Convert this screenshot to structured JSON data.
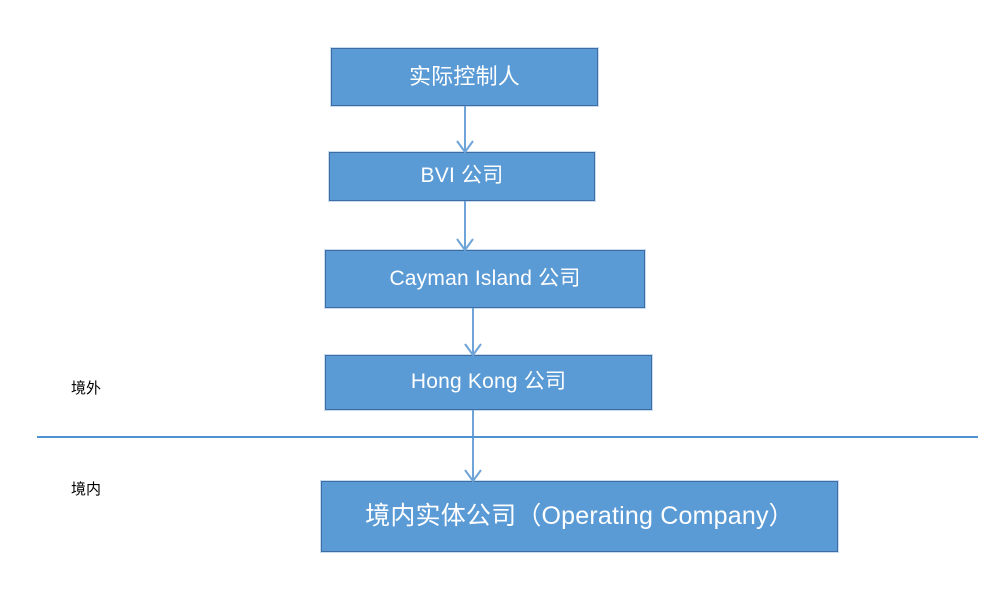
{
  "diagram": {
    "title": "Offshore holding structure (red-chip / VIE style) flow chart",
    "colors": {
      "node_fill": "#5B9BD5",
      "node_border": "#3E6DA3",
      "node_text": "#FFFFFF",
      "connector": "#6FA4D8",
      "divider": "#4F93D1",
      "label_text": "#000000",
      "background": "#FFFFFF"
    },
    "nodes": [
      {
        "id": "controller",
        "label": "实际控制人"
      },
      {
        "id": "bvi",
        "label": "BVI 公司"
      },
      {
        "id": "cayman",
        "label": "Cayman Island 公司"
      },
      {
        "id": "hongkong",
        "label": "Hong Kong 公司"
      },
      {
        "id": "operating",
        "label": "境内实体公司（Operating Company）"
      }
    ],
    "connectors": [
      {
        "from": "controller",
        "to": "bvi",
        "arrow": "down-arrow"
      },
      {
        "from": "bvi",
        "to": "cayman",
        "arrow": "down-arrow"
      },
      {
        "from": "cayman",
        "to": "hongkong",
        "arrow": "down-arrow"
      },
      {
        "from": "hongkong",
        "to": "operating",
        "arrow": "down-arrow"
      }
    ],
    "regions": [
      {
        "id": "offshore",
        "label": "境外"
      },
      {
        "id": "onshore",
        "label": "境内"
      }
    ],
    "divider": {
      "name": "offshore-onshore-divider"
    }
  }
}
